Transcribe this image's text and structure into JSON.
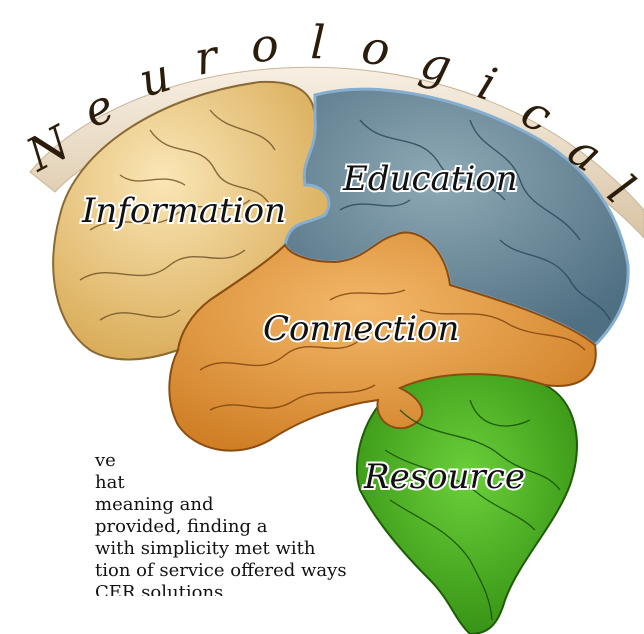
{
  "graphic": {
    "arc_word": "Neurological",
    "arc_letters": [
      "N",
      "e",
      "u",
      "r",
      "o",
      "l",
      "o",
      "g",
      "i",
      "c",
      "a",
      "l"
    ],
    "lobe_labels": {
      "information": "Information",
      "education": "Education",
      "connection": "Connection",
      "resource": "Resource"
    },
    "colors": {
      "information_lobe": "#ecc97a",
      "education_lobe": "#6f8fa0",
      "connection_lobe": "#e79f49",
      "resource_lobe": "#49a81b",
      "arc_band": "#e7d9c3",
      "outline": "#5b4421"
    }
  },
  "body_text": {
    "lines": [
      "ve",
      "hat",
      "meaning and",
      "provided,  finding a",
      "with simplicity met with",
      "tion of service offered ways",
      "CER solutions"
    ]
  }
}
